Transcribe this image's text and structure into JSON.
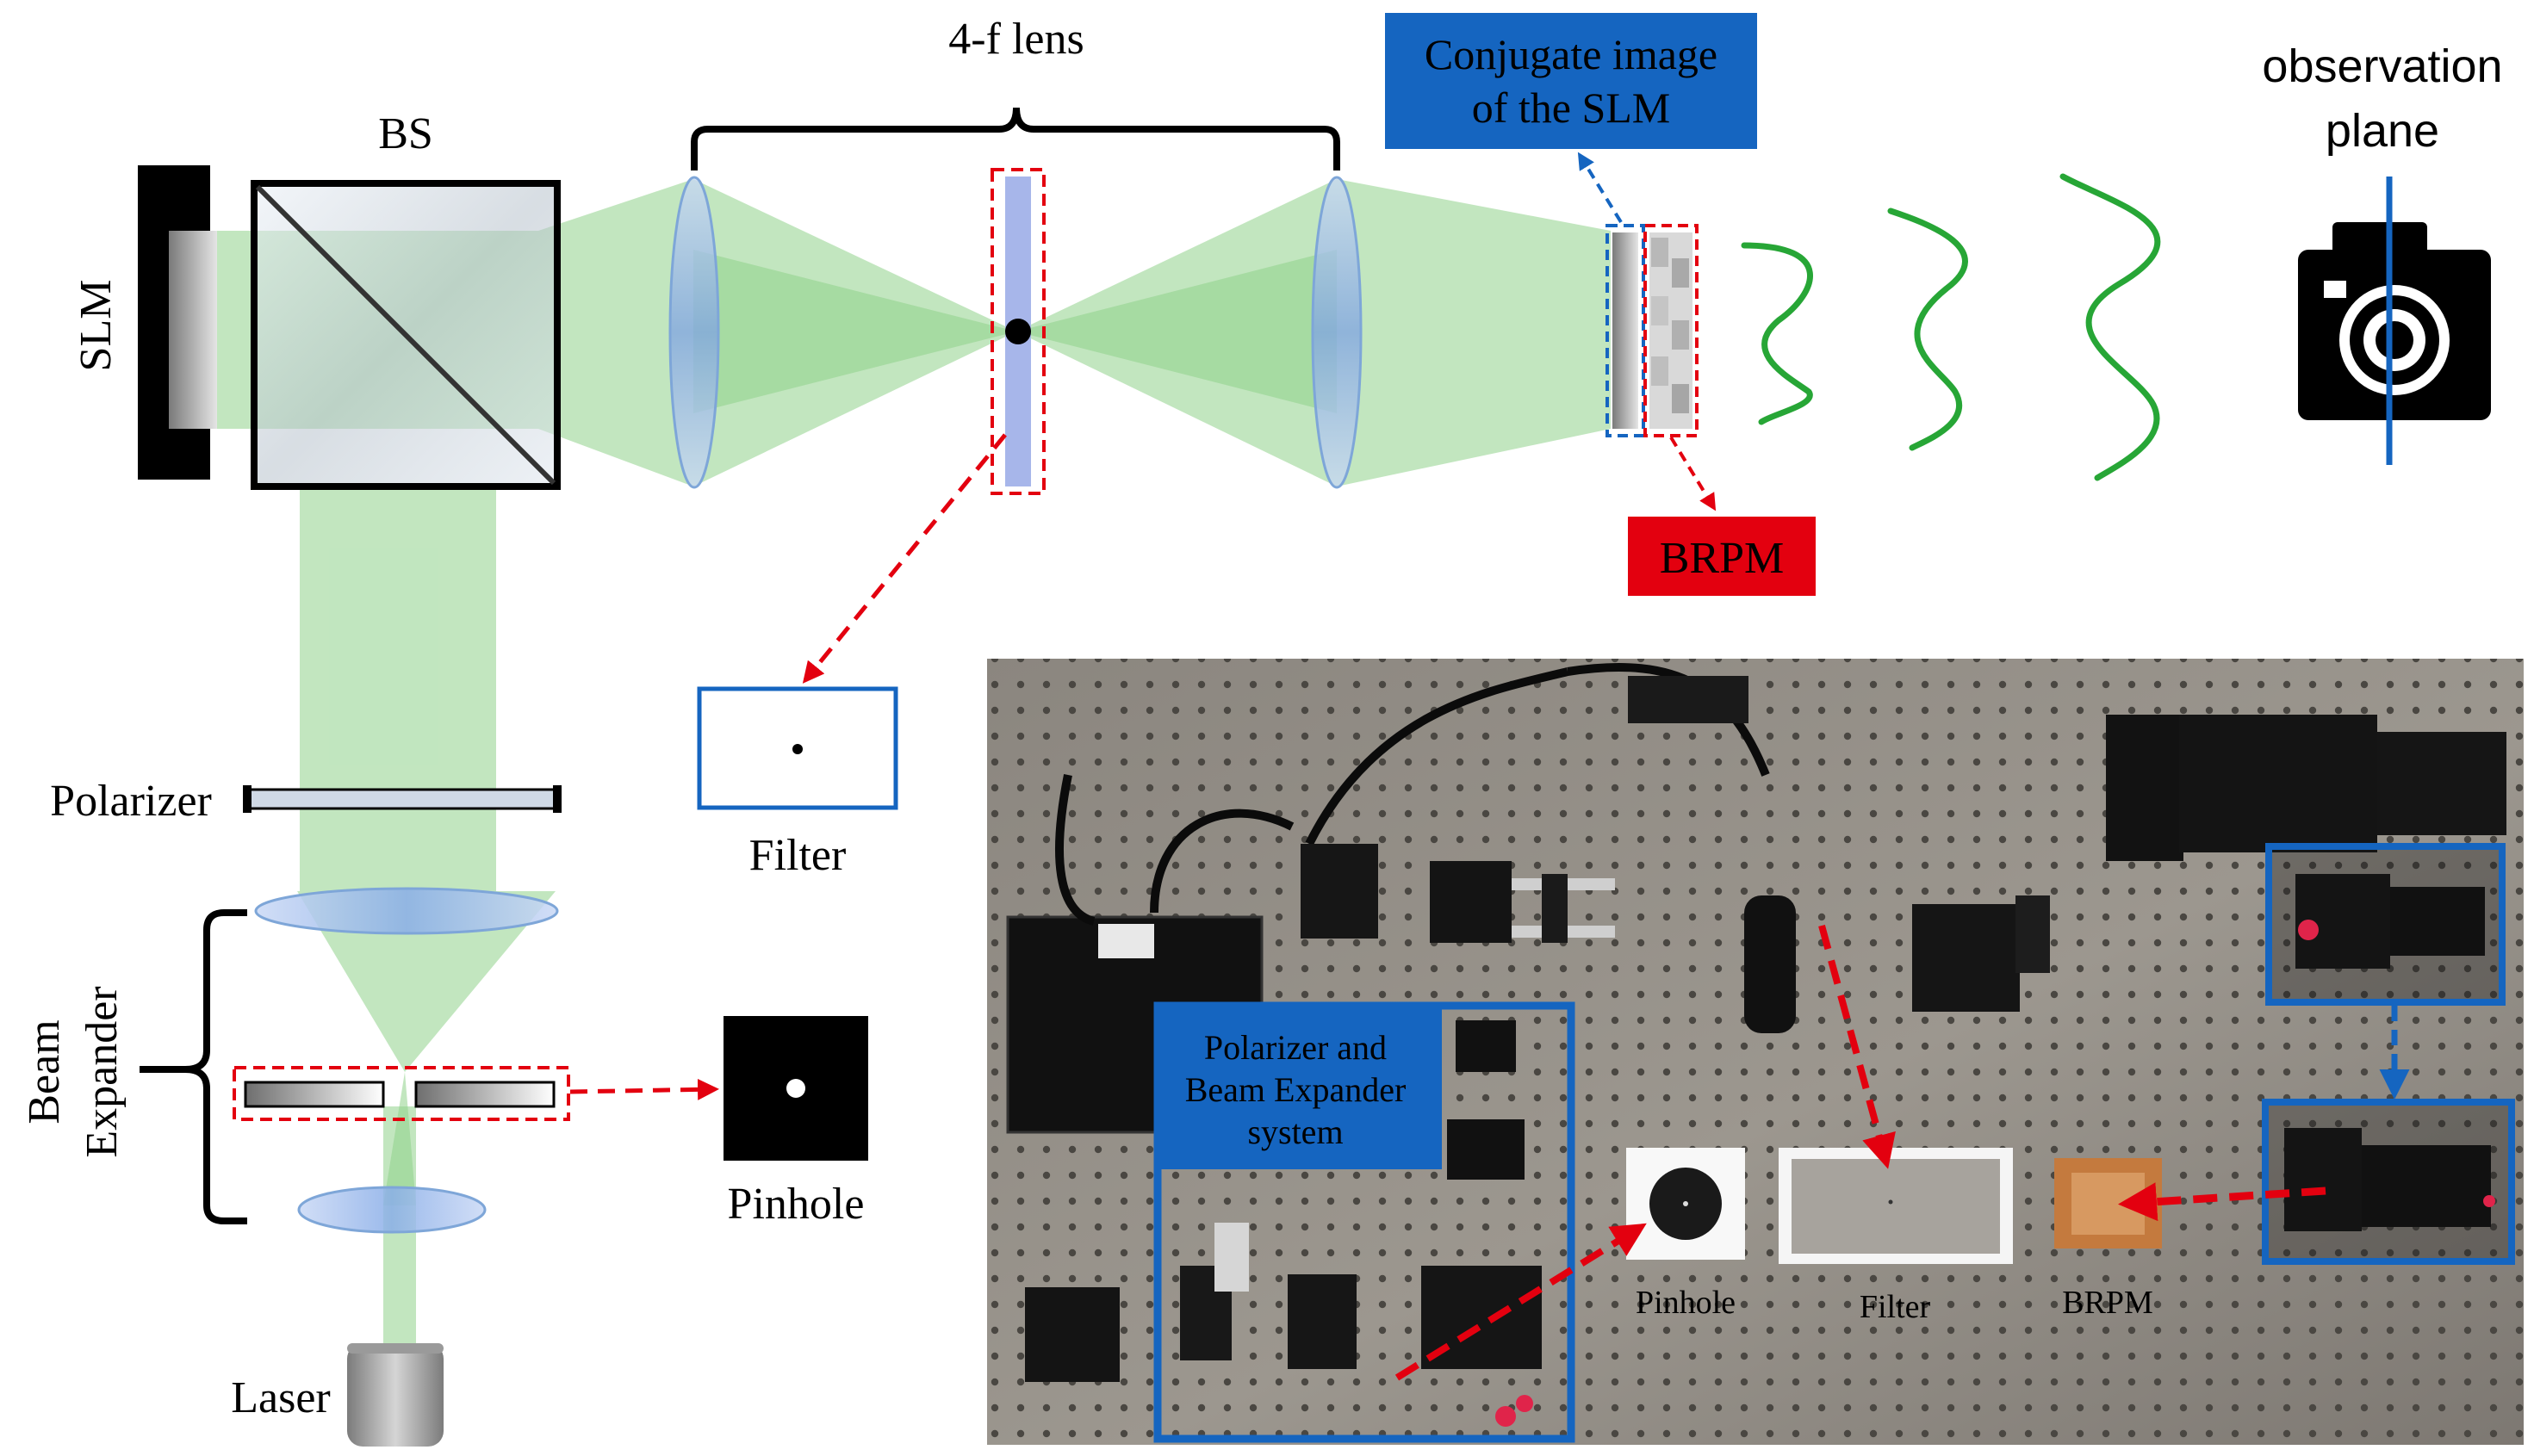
{
  "labels": {
    "slm": "SLM",
    "bs": "BS",
    "four_f_lens": "4-f lens",
    "conjugate_line1": "Conjugate image",
    "conjugate_line2": "of the SLM",
    "observation_line1": "observation",
    "observation_line2": "plane",
    "brpm": "BRPM",
    "polarizer": "Polarizer",
    "beam_expander_line1": "Beam",
    "beam_expander_line2": "Expander",
    "filter": "Filter",
    "pinhole": "Pinhole",
    "laser": "Laser"
  },
  "photo": {
    "system_line1": "Polarizer and",
    "system_line2": "Beam Expander",
    "system_line3": "system",
    "pinhole": "Pinhole",
    "filter": "Filter",
    "brpm": "BRPM"
  },
  "colors": {
    "beam": "#8fd18a",
    "lens": "#8fb0e6",
    "blue_box": "#1565c0",
    "red_box": "#e3000f",
    "wave": "#27a636",
    "board": "#8f8a83"
  }
}
